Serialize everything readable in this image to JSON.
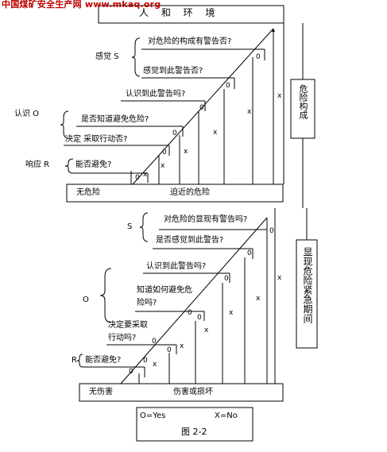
{
  "watermark": "中国煤矿安全生产网 www.mkaq.org",
  "top": {
    "header": "人  和  环  境",
    "sense_label": "感觉 S",
    "recog_label": "认识 O",
    "resp_label": "响应 R",
    "q1": "对危险的构成有警告否?",
    "q2": "感觉到此警告否?",
    "q3": "认识到此警告吗?",
    "q4": "是否知道避免危险?",
    "q5": "决定  采取行动否?",
    "q6": "能否避免?",
    "outcome_left": "无危险",
    "outcome_right": "迫近的危险",
    "side_label": "危险构成"
  },
  "bottom": {
    "sense_label": "S",
    "recog_label": "O",
    "resp_label": "R",
    "q1": "对危险的显现有警告吗?",
    "q2": "是否感觉到此警告?",
    "q3": "认识到此警告吗?",
    "q4a": "知道如何避免危",
    "q4b": "险吗?",
    "q5a": "决定要采取",
    "q5b": "行动吗?",
    "q6": "能否避免?",
    "outcome_left": "无伤害",
    "outcome_right": "伤害或损坏",
    "side_label": "显现危险紧急期间"
  },
  "marks": {
    "yes": "0",
    "no": "x"
  },
  "legend": {
    "yes": "O=Yes",
    "no": "X=No",
    "caption": "图 2-2"
  }
}
